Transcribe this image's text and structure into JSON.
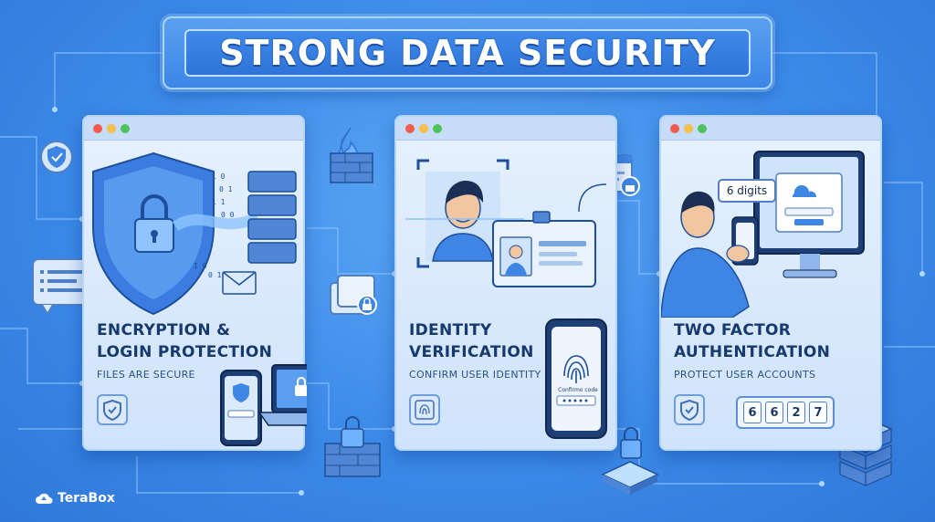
{
  "title": "STRONG DATA SECURITY",
  "panels": [
    {
      "heading_line1": "ENCRYPTION &",
      "heading_line2": "LOGIN PROTECTION",
      "subtitle": "FILES ARE SECURE"
    },
    {
      "heading_line1": "IDENTITY",
      "heading_line2": "VERIFICATION",
      "subtitle": "CONFIRM USER IDENTITY",
      "confirm_label": "Confirmo code"
    },
    {
      "heading_line1": "TWO FACTOR",
      "heading_line2": "AUTHENTICATION",
      "subtitle": "PROTECT USER ACCOUNTS",
      "bubble_text": "6 digits",
      "code_digits": [
        "6",
        "6",
        "2",
        "7"
      ]
    }
  ],
  "brand": {
    "name": "TeraBox"
  },
  "colors": {
    "background": "#3b8ae8",
    "panel": "#dbeafc",
    "heading": "#163a6e",
    "accent": "#4f7fc4"
  }
}
